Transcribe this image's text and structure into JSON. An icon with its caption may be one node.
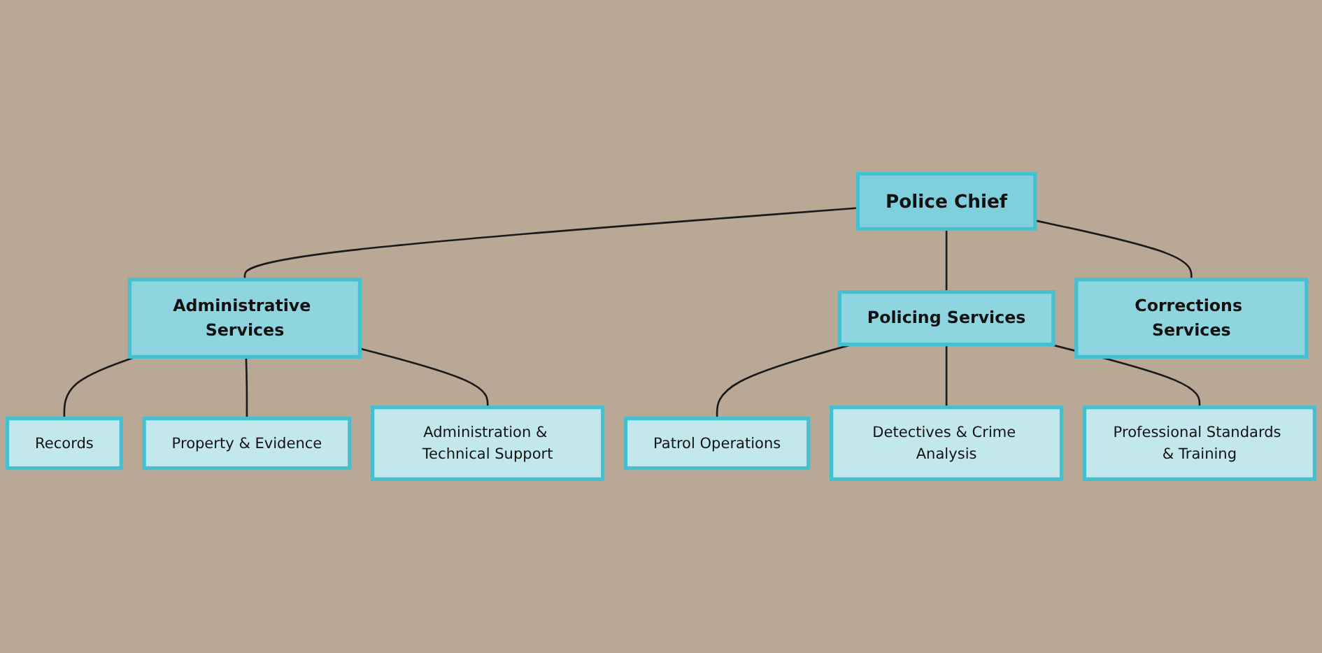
{
  "diagram": {
    "nodes": [
      {
        "text": [
          "Police Chief"
        ]
      },
      {
        "text": [
          "Administrative Services"
        ]
      },
      {
        "text": [
          "Policing Services"
        ]
      },
      {
        "text": [
          "Corrections Services"
        ]
      },
      {
        "text": [
          "Records"
        ]
      },
      {
        "text": [
          "Property & Evidence"
        ]
      },
      {
        "text": [
          "Administration & Technical Support"
        ]
      },
      {
        "text": [
          "Patrol Operations"
        ]
      },
      {
        "text": [
          "Detectives & Crime Analysis"
        ]
      },
      {
        "text": [
          "Professional Standards & Training"
        ]
      }
    ],
    "edges": [
      {
        "from": 0,
        "to": 1,
        "arrow": "none"
      },
      {
        "from": 0,
        "to": 2,
        "arrow": "none"
      },
      {
        "from": 0,
        "to": 3,
        "arrow": "none"
      },
      {
        "from": 1,
        "to": 4,
        "arrow": "none"
      },
      {
        "from": 1,
        "to": 5,
        "arrow": "none"
      },
      {
        "from": 1,
        "to": 6,
        "arrow": "none"
      },
      {
        "from": 2,
        "to": 7,
        "arrow": "none"
      },
      {
        "from": 2,
        "to": 8,
        "arrow": "none"
      },
      {
        "from": 2,
        "to": 9,
        "arrow": "none"
      }
    ]
  }
}
